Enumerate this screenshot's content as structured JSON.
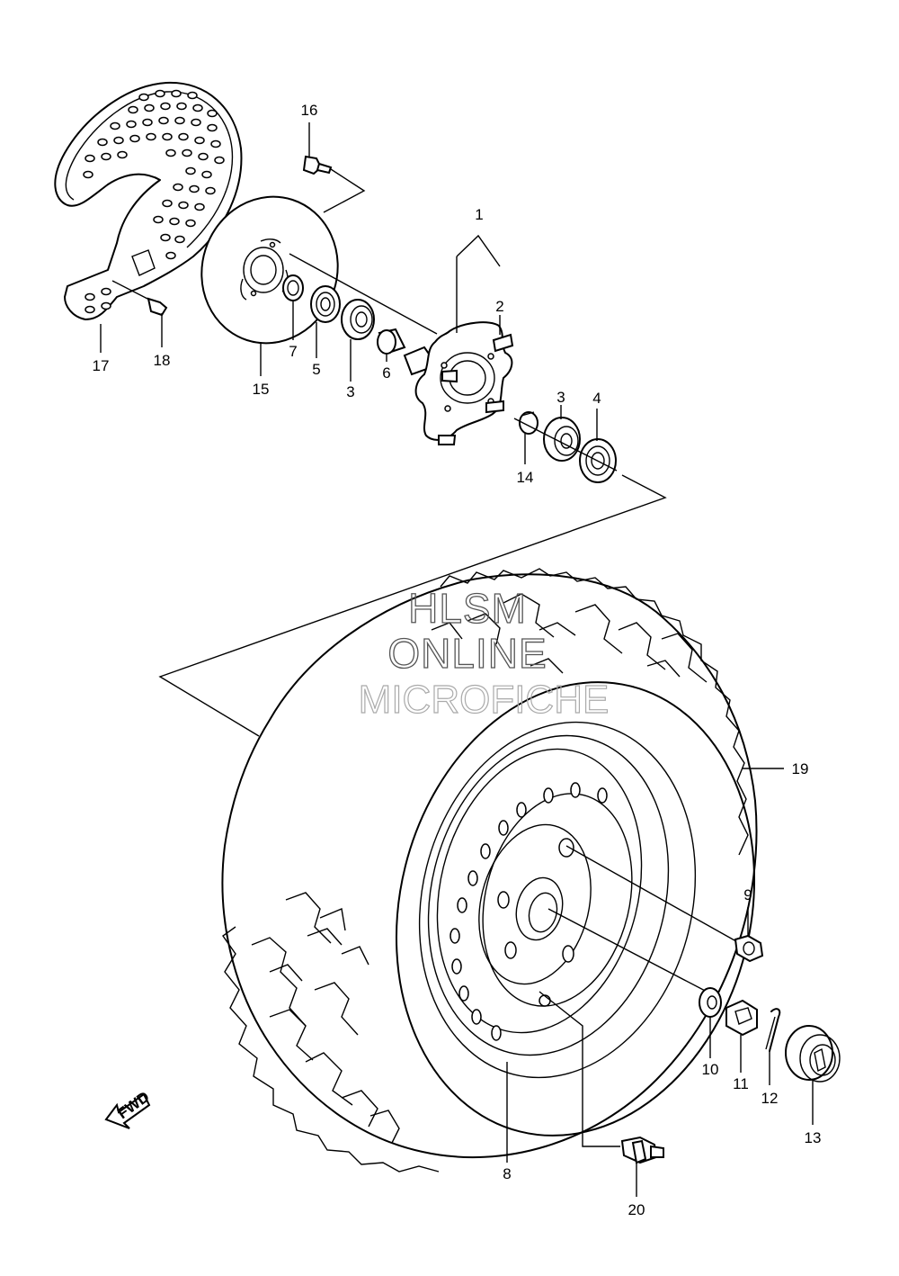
{
  "watermark": {
    "line1": "HLSM",
    "line2": "ONLINE",
    "line3": "MICROFICHE"
  },
  "fwd_label": "FWD",
  "callouts": [
    {
      "id": "p1",
      "text": "1"
    },
    {
      "id": "p2",
      "text": "2"
    },
    {
      "id": "p3a",
      "text": "3"
    },
    {
      "id": "p3b",
      "text": "3"
    },
    {
      "id": "p4",
      "text": "4"
    },
    {
      "id": "p5",
      "text": "5"
    },
    {
      "id": "p6",
      "text": "6"
    },
    {
      "id": "p7",
      "text": "7"
    },
    {
      "id": "p8",
      "text": "8"
    },
    {
      "id": "p9",
      "text": "9"
    },
    {
      "id": "p10",
      "text": "10"
    },
    {
      "id": "p11",
      "text": "11"
    },
    {
      "id": "p12",
      "text": "12"
    },
    {
      "id": "p13",
      "text": "13"
    },
    {
      "id": "p14",
      "text": "14"
    },
    {
      "id": "p15",
      "text": "15"
    },
    {
      "id": "p16",
      "text": "16"
    },
    {
      "id": "p17",
      "text": "17"
    },
    {
      "id": "p18",
      "text": "18"
    },
    {
      "id": "p19",
      "text": "19"
    },
    {
      "id": "p20",
      "text": "20"
    }
  ]
}
